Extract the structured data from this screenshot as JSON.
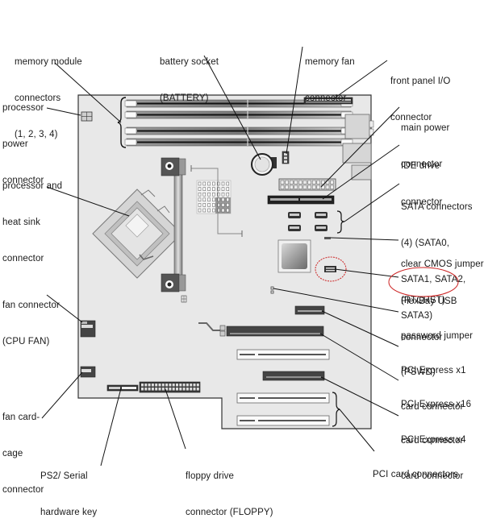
{
  "title": "System board components",
  "highlight_color": "#cc2222",
  "board_color": "#e6e6e6",
  "labels": {
    "memory_module": [
      "memory module",
      "connectors",
      "(1, 2, 3, 4)"
    ],
    "processor_power": [
      "processor",
      "power",
      "connector"
    ],
    "processor_heatsink": [
      "processor and",
      "heat sink",
      "connector"
    ],
    "cpu_fan": [
      "fan connector",
      "(CPU FAN)"
    ],
    "fan_cardcage": [
      "fan card-",
      "cage",
      "connector"
    ],
    "ps2_serial": [
      "PS2/ Serial",
      "hardware key"
    ],
    "floppy": [
      "floppy drive",
      "connector (FLOPPY)"
    ],
    "battery": [
      "battery socket",
      "(BATTERY)"
    ],
    "memory_fan": [
      "memory fan",
      "connector"
    ],
    "front_panel": [
      "front panel I/O",
      "connector"
    ],
    "main_power": [
      "main power",
      "connector"
    ],
    "ide": [
      "IDE drive",
      "connector"
    ],
    "sata": [
      "SATA connectors",
      "(4) (SATA0,",
      "SATA1, SATA2,",
      "SATA3)"
    ],
    "clear_cmos": [
      "clear CMOS jumper",
      "(RTCRST)"
    ],
    "flexbay_usb": [
      "FlexBay USB",
      "connector"
    ],
    "password": [
      "password jumper",
      "(PSWD)"
    ],
    "pcie_x1": [
      "PCI Express x1",
      "card connector"
    ],
    "pcie_x16": [
      "PCI Express x16",
      "card connector"
    ],
    "pcie_x4": [
      "PCI Express x4",
      "card connector"
    ],
    "pci": [
      "PCI card connectors"
    ]
  }
}
